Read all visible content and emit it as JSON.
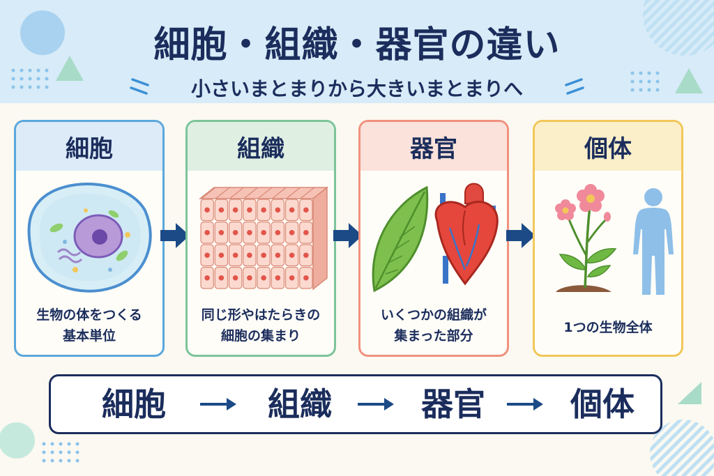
{
  "header": {
    "title": "細胞・組織・器官の違い",
    "subtitle": "小さいまとまりから大きいまとまりへ"
  },
  "stages": [
    {
      "label": "細胞",
      "desc_line1": "生物の体をつくる",
      "desc_line2": "基本単位",
      "border_color": "#5aa7dc",
      "head_color": "#dcebf7"
    },
    {
      "label": "組織",
      "desc_line1": "同じ形やはたらきの",
      "desc_line2": "細胞の集まり",
      "border_color": "#7cc49a",
      "head_color": "#dff0e3"
    },
    {
      "label": "器官",
      "desc_line1": "いくつかの組織が",
      "desc_line2": "集まった部分",
      "border_color": "#f0917e",
      "head_color": "#fbe2da"
    },
    {
      "label": "個体",
      "desc_line1": "1つの生物全体",
      "desc_line2": "",
      "border_color": "#f2c75a",
      "head_color": "#fbefc9"
    }
  ],
  "flow": {
    "terms": [
      "細胞",
      "組織",
      "器官",
      "個体"
    ]
  },
  "colors": {
    "navy": "#1b2d5c",
    "header_band": "#d7ebf8",
    "background": "#fbf9f1"
  }
}
